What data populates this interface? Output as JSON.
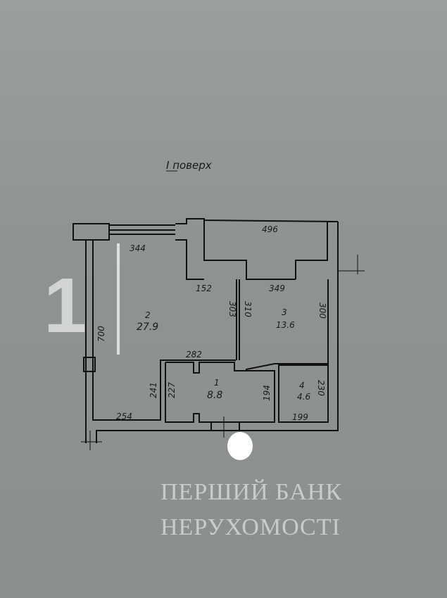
{
  "title": "I поверх",
  "watermark": {
    "logo_digit": "1",
    "line1": "ПЕРШИЙ БАНК",
    "line2": "НЕРУХОМОСТІ"
  },
  "rooms": [
    {
      "number": "1",
      "area": "8.8"
    },
    {
      "number": "2",
      "area": "27.9"
    },
    {
      "number": "3",
      "area": "13.6"
    },
    {
      "number": "4",
      "area": "4.6"
    }
  ],
  "dimensions": {
    "top_right": "496",
    "room2_top": "344",
    "room2_mid": "152",
    "room3_top": "349",
    "wall_a": "303",
    "wall_b": "310",
    "room3_right": "300",
    "room2_left": "700",
    "room1_top": "282",
    "room2_low": "241",
    "room1_left": "227",
    "room1_right": "194",
    "room4_right": "230",
    "room2_bottom": "254",
    "room4_bottom": "199"
  }
}
